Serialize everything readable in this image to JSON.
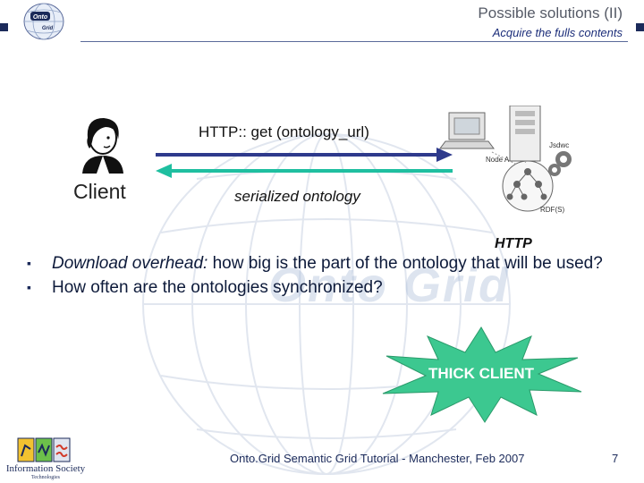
{
  "header": {
    "title": "Possible solutions (II)",
    "subtitle": "Acquire the fulls contents",
    "logo_text": "Onto Grid"
  },
  "diagram": {
    "client_label": "Client",
    "request_label": "HTTP:: get (ontology_url)",
    "response_label": "serialized ontology",
    "protocol_label": "HTTP",
    "server_labels": [
      "Node A",
      "Jsdwc",
      "RDF(S)"
    ],
    "request_arrow_color": "#2e3a8c",
    "response_arrow_color": "#1fbfa0"
  },
  "bullets": [
    {
      "emphasis": "Download overhead:",
      "text": " how big is the part of the ontology that will be used?"
    },
    {
      "emphasis": "",
      "text": "How often are the ontologies synchronized?"
    }
  ],
  "callout": {
    "label": "THICK CLIENT",
    "color": "#3cc890"
  },
  "footer": {
    "text": "Onto.Grid Semantic Grid Tutorial - Manchester, Feb 2007",
    "page": "7",
    "ist_name": "Information Society",
    "ist_sub": "Technologies"
  }
}
